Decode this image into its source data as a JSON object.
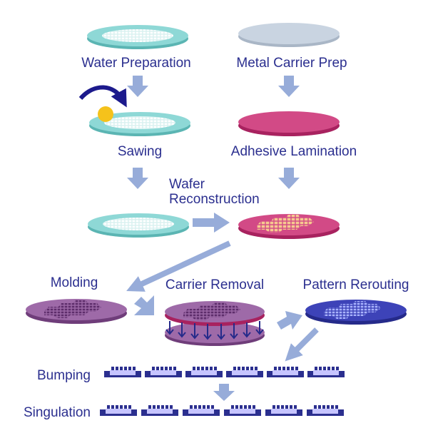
{
  "labels": {
    "water_preparation": "Water Preparation",
    "metal_carrier_prep": "Metal Carrier Prep",
    "sawing": "Sawing",
    "adhesive_lamination": "Adhesive Lamination",
    "wafer_reconstruction_line1": "Wafer",
    "wafer_reconstruction_line2": "Reconstruction",
    "molding": "Molding",
    "carrier_removal": "Carrier Removal",
    "pattern_rerouting": "Pattern Rerouting",
    "bumping": "Bumping",
    "singulation": "Singulation"
  },
  "colors": {
    "label_text": "#2b2f8f",
    "arrow": "#97acd9",
    "wafer_teal": "#8ed8d6",
    "wafer_teal_dark": "#5bb5b3",
    "carrier_gray": "#c9d4e1",
    "adhesive_pink": "#d24a86",
    "adhesive_pink_dark": "#a8225f",
    "die_peach": "#f6c98f",
    "mold_purple": "#9e6aa8",
    "mold_purple_dark": "#6f3d7a",
    "reroute_blue": "#3d43b8",
    "reroute_blue_dark": "#252a8a",
    "saw_blade": "#f5c21b",
    "rotation_arrow": "#1c1a8c"
  },
  "icons": {
    "rotation": "curved-arrow-icon",
    "saw_blade": "saw-blade-icon"
  }
}
